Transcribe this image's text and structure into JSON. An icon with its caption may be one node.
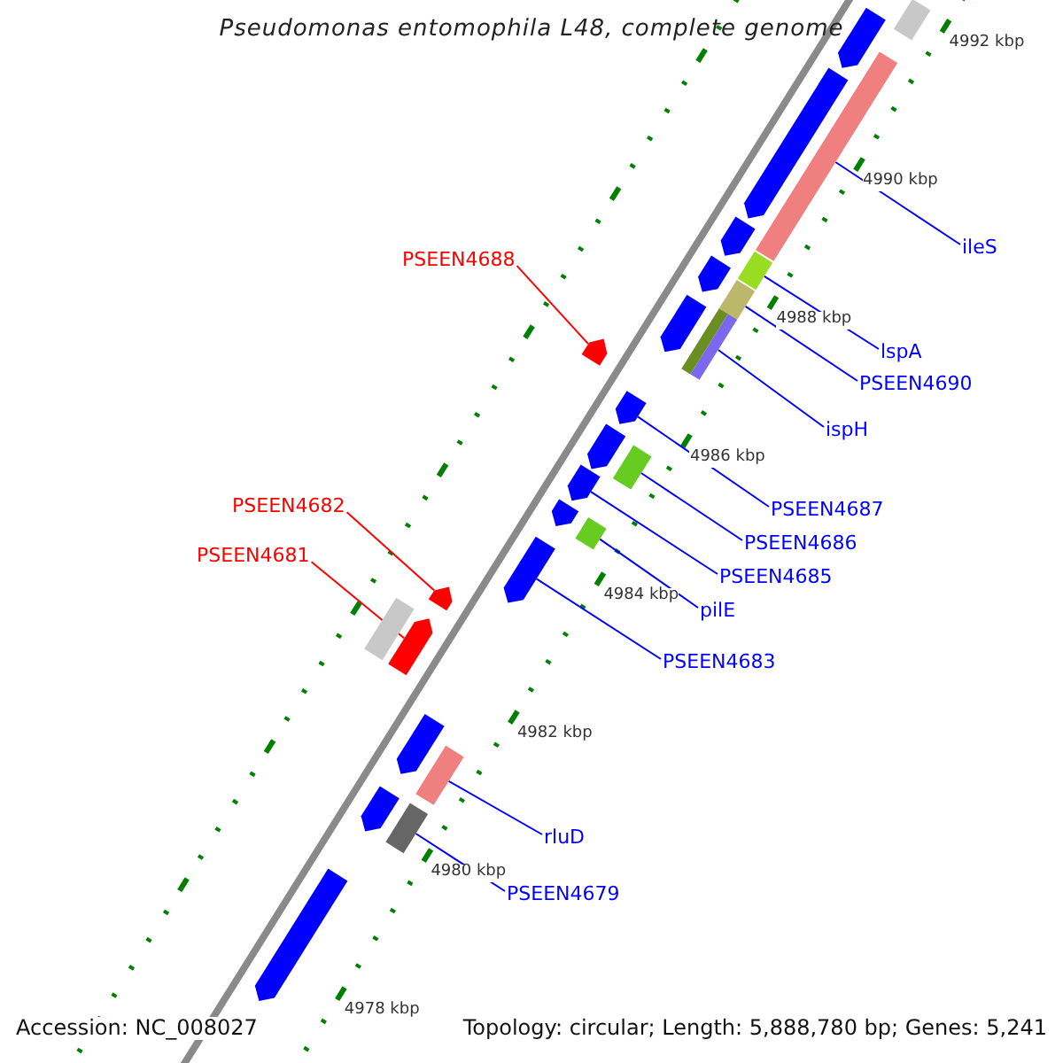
{
  "diagram": {
    "title": "Pseudomonas entomophila L48, complete genome",
    "nodes": [
      {
        "text": [
          "ileS"
        ]
      },
      {
        "text": [
          "PSEEN4688"
        ]
      },
      {
        "text": [
          "lspA"
        ]
      },
      {
        "text": [
          "PSEEN4690"
        ]
      },
      {
        "text": [
          "ispH"
        ]
      },
      {
        "text": [
          "PSEEN4682"
        ]
      },
      {
        "text": [
          "PSEEN4687"
        ]
      },
      {
        "text": [
          "PSEEN4686"
        ]
      },
      {
        "text": [
          "PSEEN4681"
        ]
      },
      {
        "text": [
          "PSEEN4685"
        ]
      },
      {
        "text": [
          "pilE"
        ]
      },
      {
        "text": [
          "PSEEN4683"
        ]
      },
      {
        "text": [
          "rluD"
        ]
      },
      {
        "text": [
          "PSEEN4679"
        ]
      },
      {
        "text": [],
        "shape": "bar"
      },
      {
        "text": [],
        "shape": "arrow"
      },
      {
        "text": [],
        "shape": "bar"
      },
      {
        "text": [],
        "shape": "arrow"
      },
      {
        "text": [],
        "shape": "arrow"
      },
      {
        "text": [],
        "shape": "bar"
      },
      {
        "text": [],
        "shape": "arrow"
      },
      {
        "text": [],
        "shape": "bar"
      },
      {
        "text": [],
        "shape": "arrow"
      },
      {
        "text": [],
        "shape": "bar"
      },
      {
        "text": [],
        "shape": "bar"
      },
      {
        "text": [],
        "shape": "arrow"
      },
      {
        "text": [],
        "shape": "arrow"
      },
      {
        "text": [],
        "shape": "arrow"
      },
      {
        "text": [],
        "shape": "bar"
      },
      {
        "text": [],
        "shape": "arrow"
      },
      {
        "text": [],
        "shape": "arrow"
      },
      {
        "text": [],
        "shape": "bar"
      },
      {
        "text": [],
        "shape": "arrow"
      },
      {
        "text": [],
        "shape": "arrow"
      },
      {
        "text": [],
        "shape": "bar"
      },
      {
        "text": [],
        "shape": "arrow"
      },
      {
        "text": [],
        "shape": "arrow"
      },
      {
        "text": [],
        "shape": "bar"
      },
      {
        "text": [],
        "shape": "arrow"
      },
      {
        "text": [],
        "shape": "bar"
      },
      {
        "text": [],
        "shape": "arrow"
      }
    ],
    "edges": [
      {
        "from": 0,
        "to": 16,
        "arrow": "none"
      },
      {
        "from": 1,
        "to": 25,
        "arrow": "none",
        "color": "#ff0000"
      },
      {
        "from": 2,
        "to": 19,
        "arrow": "none"
      },
      {
        "from": 3,
        "to": 21,
        "arrow": "none"
      },
      {
        "from": 4,
        "to": 24,
        "arrow": "none"
      },
      {
        "from": 5,
        "to": 33,
        "arrow": "none",
        "color": "#ff0000"
      },
      {
        "from": 6,
        "to": 26,
        "arrow": "none"
      },
      {
        "from": 7,
        "to": 28,
        "arrow": "none"
      },
      {
        "from": 8,
        "to": 35,
        "arrow": "none",
        "color": "#ff0000"
      },
      {
        "from": 9,
        "to": 29,
        "arrow": "none"
      },
      {
        "from": 10,
        "to": 31,
        "arrow": "none"
      },
      {
        "from": 11,
        "to": 32,
        "arrow": "none"
      },
      {
        "from": 12,
        "to": 37,
        "arrow": "none"
      },
      {
        "from": 13,
        "to": 39,
        "arrow": "none"
      }
    ],
    "labels": [
      "4992 kbp",
      "4990 kbp",
      "4988 kbp",
      "4986 kbp",
      "4984 kbp",
      "4982 kbp",
      "4980 kbp",
      "4978 kbp",
      "Accession: NC_008027",
      "Topology: circular; Length: 5,888,780 bp; Genes: 5,241"
    ]
  }
}
